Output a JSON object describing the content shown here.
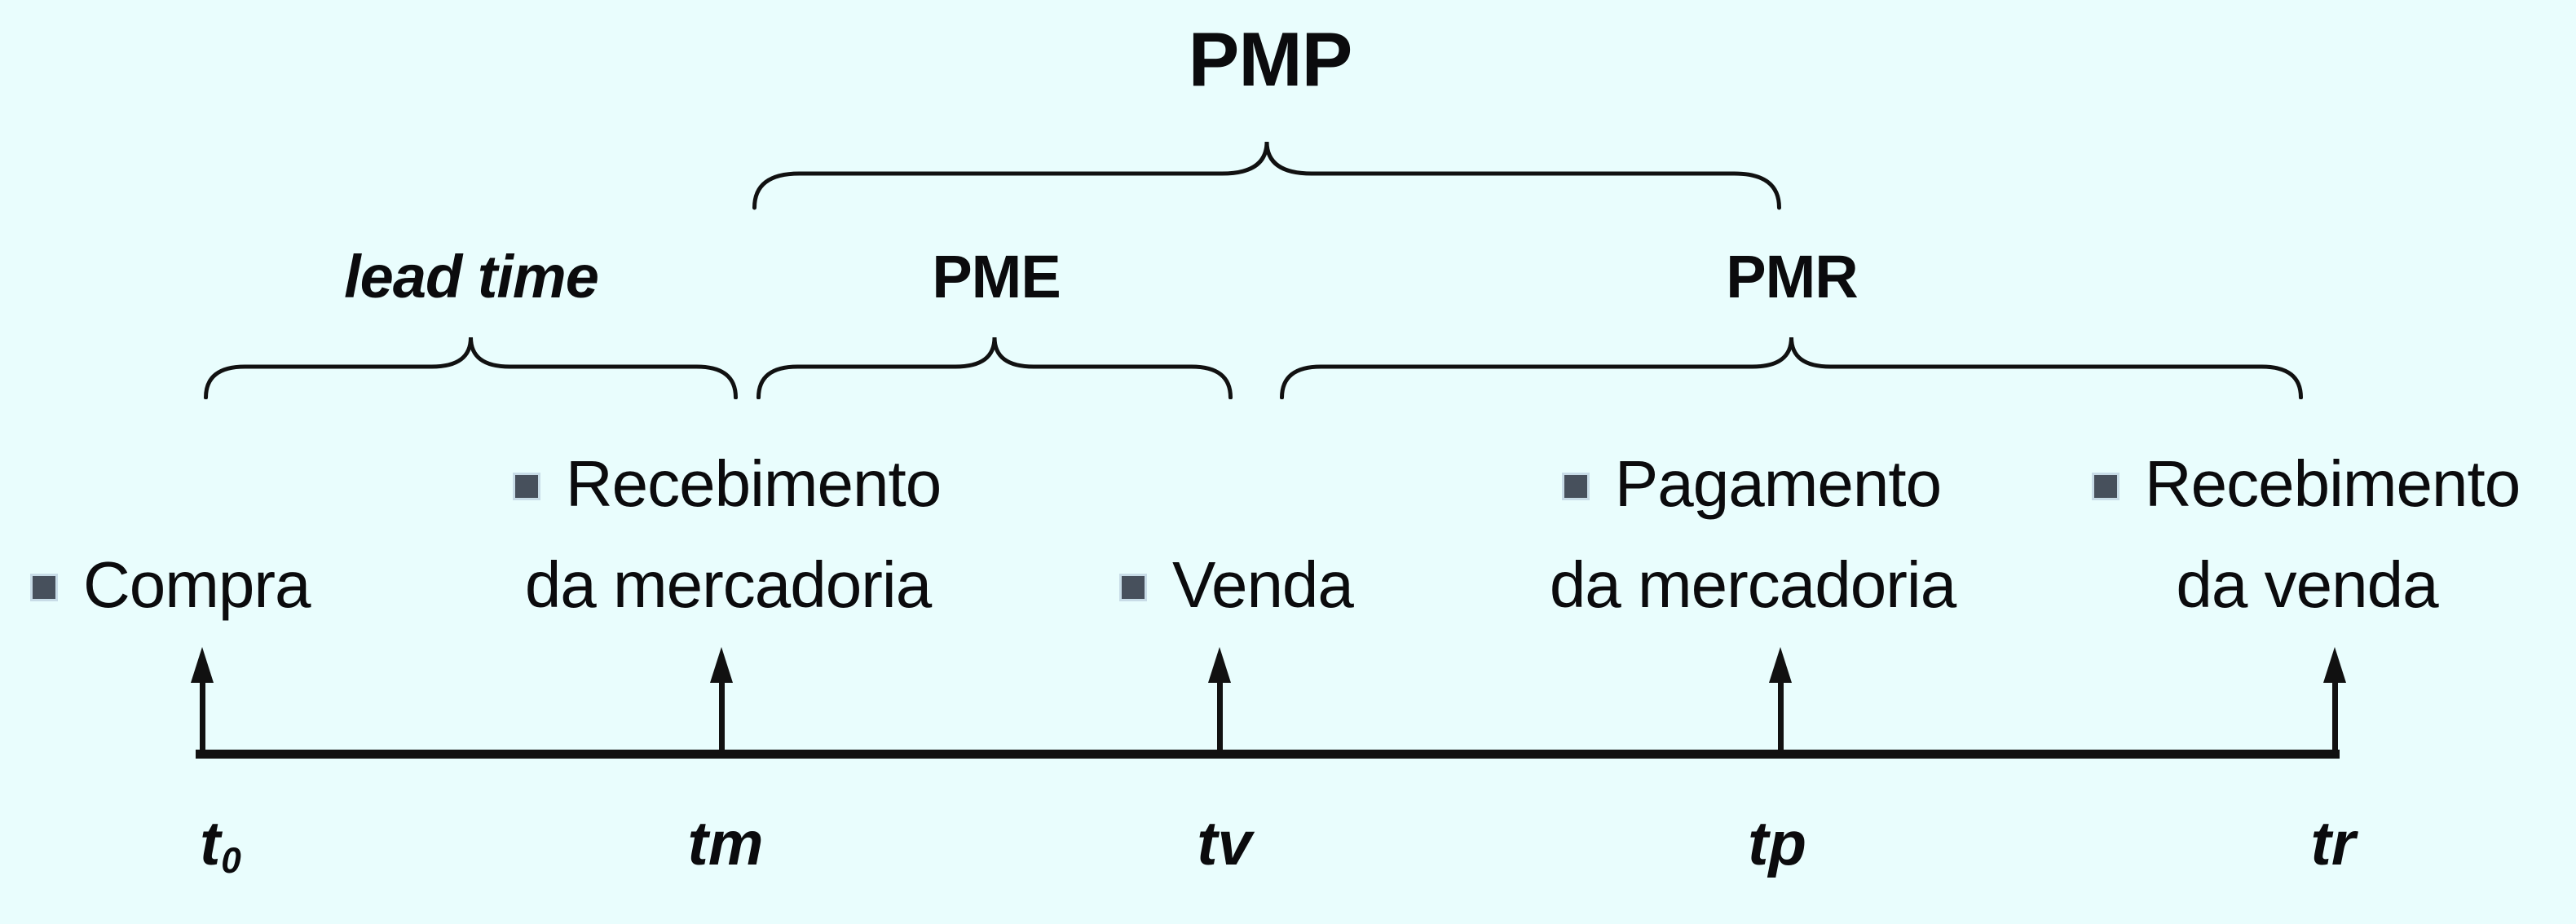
{
  "colors": {
    "background": "#e9fdfd",
    "text": "#0b0b0d",
    "line": "#111111",
    "bullet": "#47505c"
  },
  "periods": [
    {
      "label": "PMP",
      "row": "top",
      "from": "tm",
      "to": "tp"
    },
    {
      "label": "lead time",
      "row": "middle",
      "style": "italic",
      "from": "t0",
      "to": "tm"
    },
    {
      "label": "PME",
      "row": "middle",
      "from": "tm",
      "to": "tv"
    },
    {
      "label": "PMR",
      "row": "middle",
      "from": "tv",
      "to": "tr"
    }
  ],
  "events": [
    {
      "tick": "t0",
      "marker": "square",
      "lines": [
        "Compra"
      ]
    },
    {
      "tick": "tm",
      "marker": "square",
      "lines": [
        "Recebimento",
        "da mercadoria"
      ]
    },
    {
      "tick": "tv",
      "marker": "square",
      "lines": [
        "Venda"
      ]
    },
    {
      "tick": "tp",
      "marker": "square",
      "lines": [
        "Pagamento",
        "da mercadoria"
      ]
    },
    {
      "tick": "tr",
      "marker": "square",
      "lines": [
        "Recebimento",
        "da venda"
      ]
    }
  ],
  "ticks": [
    {
      "id": "t0",
      "base": "t",
      "subscript": "0"
    },
    {
      "id": "tm",
      "label": "tm"
    },
    {
      "id": "tv",
      "label": "tv"
    },
    {
      "id": "tp",
      "label": "tp"
    },
    {
      "id": "tr",
      "label": "tr"
    }
  ]
}
